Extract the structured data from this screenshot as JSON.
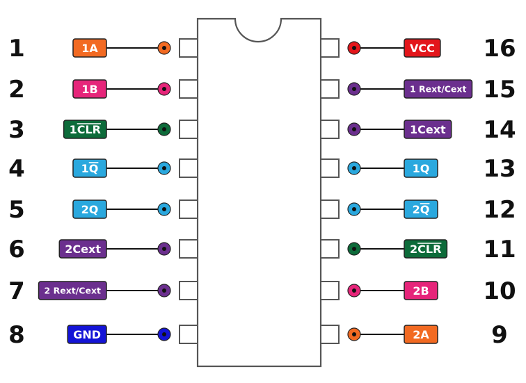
{
  "chip": {
    "left_pins": [
      {
        "number": "1",
        "label": "1A",
        "color": "#f26a22",
        "overbar": false
      },
      {
        "number": "2",
        "label": "1B",
        "color": "#e6257a",
        "overbar": false
      },
      {
        "number": "3",
        "label": "1CLR",
        "label_prefix": "1",
        "label_overbar": "CLR",
        "color": "#0d6b3a",
        "overbar": true
      },
      {
        "number": "4",
        "label": "1Q",
        "label_prefix": "1",
        "label_overbar": "Q",
        "color": "#2aa8de",
        "overbar": true
      },
      {
        "number": "5",
        "label": "2Q",
        "color": "#2aa8de",
        "overbar": false
      },
      {
        "number": "6",
        "label": "2Cext",
        "color": "#6b2f8e",
        "overbar": false
      },
      {
        "number": "7",
        "label": "2 Rext/Cext",
        "color": "#6b2f8e",
        "overbar": false
      },
      {
        "number": "8",
        "label": "GND",
        "color": "#1414d6",
        "overbar": false
      }
    ],
    "right_pins": [
      {
        "number": "16",
        "label": "VCC",
        "color": "#e3161b",
        "overbar": false
      },
      {
        "number": "15",
        "label": "1 Rext/Cext",
        "color": "#6b2f8e",
        "overbar": false
      },
      {
        "number": "14",
        "label": "1Cext",
        "color": "#6b2f8e",
        "overbar": false
      },
      {
        "number": "13",
        "label": "1Q",
        "color": "#2aa8de",
        "overbar": false
      },
      {
        "number": "12",
        "label": "2Q",
        "label_prefix": "2",
        "label_overbar": "Q",
        "color": "#2aa8de",
        "overbar": true
      },
      {
        "number": "11",
        "label": "2CLR",
        "label_prefix": "2",
        "label_overbar": "CLR",
        "color": "#0d6b3a",
        "overbar": true
      },
      {
        "number": "10",
        "label": "2B",
        "color": "#e6257a",
        "overbar": false
      },
      {
        "number": "9",
        "label": "2A",
        "color": "#f26a22",
        "overbar": false
      }
    ]
  }
}
